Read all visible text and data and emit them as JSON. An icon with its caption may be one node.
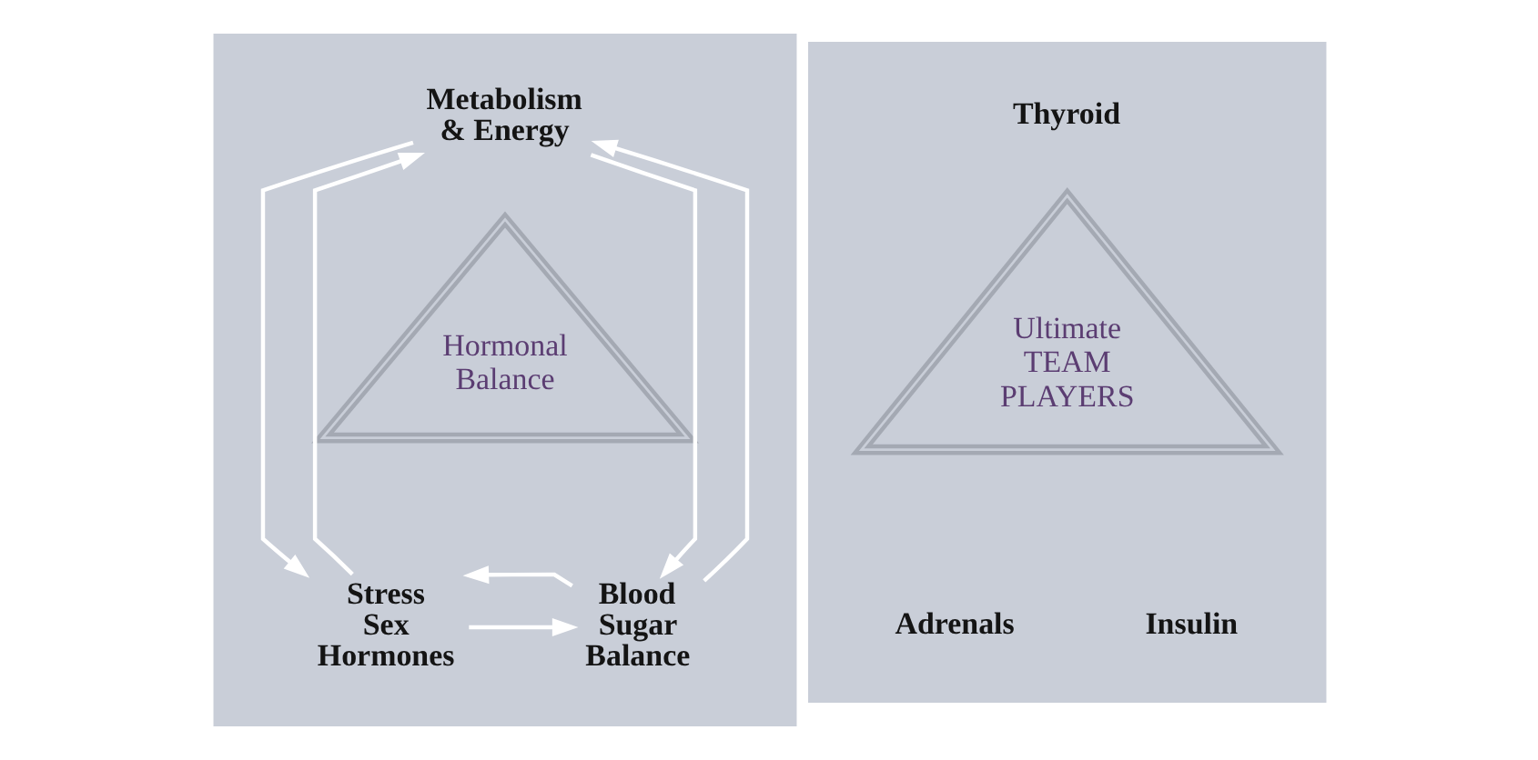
{
  "diagram": {
    "nodes": [
      {
        "text": [],
        "shape": "box"
      },
      {
        "text": [
          "Metabolism & Energy"
        ],
        "in": 0
      },
      {
        "text": [
          "Hormonal Balance"
        ],
        "in": 0
      },
      {
        "text": [
          "Stress Sex Hormones"
        ],
        "in": 0
      },
      {
        "text": [
          "Blood Sugar Balance"
        ],
        "in": 0
      },
      {
        "text": [],
        "shape": "box"
      },
      {
        "text": [
          "Ultimate TEAM PLAYERS"
        ],
        "in": 5
      }
    ],
    "edges": [
      {
        "from": 3,
        "to": 1,
        "arrow": "to"
      },
      {
        "from": 1,
        "to": 3,
        "arrow": "to"
      },
      {
        "from": 4,
        "to": 1,
        "arrow": "to"
      },
      {
        "from": 1,
        "to": 4,
        "arrow": "to"
      },
      {
        "from": 3,
        "to": 4,
        "arrow": "to"
      },
      {
        "from": 4,
        "to": 3,
        "arrow": "to"
      }
    ],
    "labels": [
      "Thyroid",
      "Adrenals",
      "Insulin"
    ]
  }
}
